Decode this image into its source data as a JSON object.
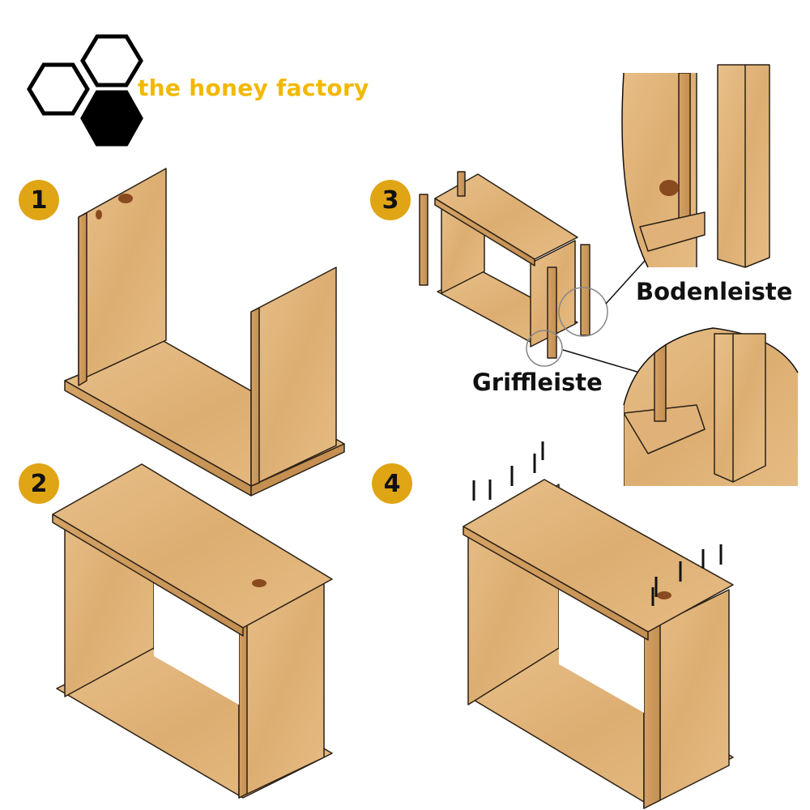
{
  "brand": {
    "name": "the honey factory",
    "accent": "#F2B800"
  },
  "steps": [
    {
      "number": "1"
    },
    {
      "number": "2"
    },
    {
      "number": "3"
    },
    {
      "number": "4"
    }
  ],
  "callouts": {
    "bottom_strip": "Bodenleiste",
    "handle_strip": "Griffleiste"
  },
  "colors": {
    "step_badge": "#E0A514",
    "wood": "#E2B57A",
    "wood_dark": "#C99558",
    "outline": "#2a2015"
  }
}
